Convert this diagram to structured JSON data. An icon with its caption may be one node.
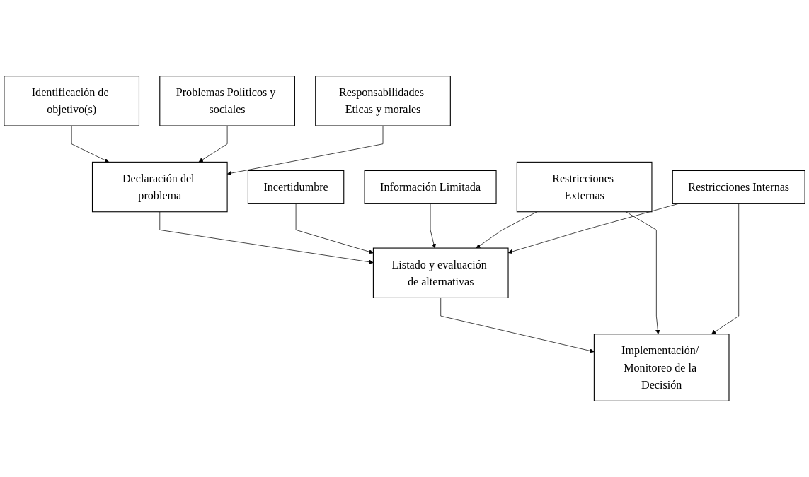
{
  "diagram": {
    "nodes": [
      {
        "text": [
          "Identificación de objetivo(s)"
        ]
      },
      {
        "text": [
          "Problemas Políticos y sociales"
        ]
      },
      {
        "text": [
          "Declaración del problema"
        ]
      },
      {
        "text": [
          "Responsabilidades Eticas y morales"
        ]
      },
      {
        "text": [
          "Incertidumbre"
        ]
      },
      {
        "text": [
          "Listado y evaluación de alternativas"
        ]
      },
      {
        "text": [
          "Información Limitada"
        ]
      },
      {
        "text": [
          "Restricciones Externas"
        ]
      },
      {
        "text": [
          "Implementación/ Monitoreo de la Decisión"
        ]
      },
      {
        "text": [
          "Restricciones Internas"
        ]
      }
    ],
    "edges": [
      {
        "from": 0,
        "to": 2,
        "arrow": "to"
      },
      {
        "from": 1,
        "to": 2,
        "arrow": "to"
      },
      {
        "from": 3,
        "to": 2,
        "arrow": "to"
      },
      {
        "from": 2,
        "to": 5,
        "arrow": "to"
      },
      {
        "from": 4,
        "to": 5,
        "arrow": "to"
      },
      {
        "from": 6,
        "to": 5,
        "arrow": "to"
      },
      {
        "from": 7,
        "to": 5,
        "arrow": "to"
      },
      {
        "from": 9,
        "to": 5,
        "arrow": "to"
      },
      {
        "from": 5,
        "to": 8,
        "arrow": "to"
      },
      {
        "from": 7,
        "to": 8,
        "arrow": "to"
      },
      {
        "from": 9,
        "to": 8,
        "arrow": "to"
      }
    ]
  }
}
